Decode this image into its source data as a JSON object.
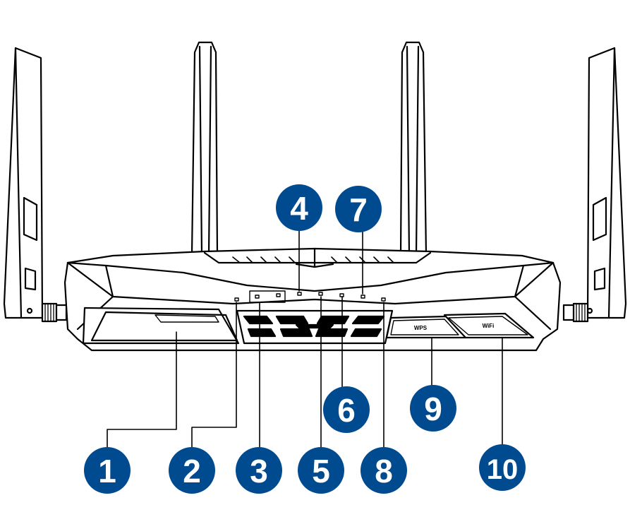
{
  "diagram": {
    "subject": "router-front-view",
    "buttons": {
      "wps_label": "WPS",
      "wifi_label": "WiFi"
    },
    "callouts": [
      {
        "id": "1",
        "label": "1"
      },
      {
        "id": "2",
        "label": "2"
      },
      {
        "id": "3",
        "label": "3"
      },
      {
        "id": "4",
        "label": "4"
      },
      {
        "id": "5",
        "label": "5"
      },
      {
        "id": "6",
        "label": "6"
      },
      {
        "id": "7",
        "label": "7"
      },
      {
        "id": "8",
        "label": "8"
      },
      {
        "id": "9",
        "label": "9"
      },
      {
        "id": "10",
        "label": "10"
      }
    ],
    "colors": {
      "callout_fill": "#004a8f",
      "callout_text": "#ffffff",
      "line": "#000000",
      "body_fill": "#ffffff"
    }
  }
}
